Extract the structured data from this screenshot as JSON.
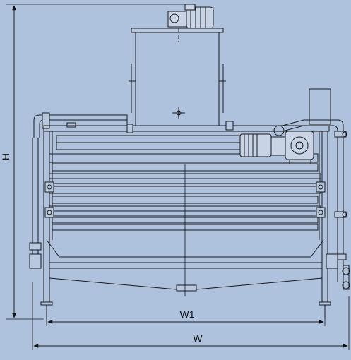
{
  "drawing": {
    "background_color": "#aec2dd",
    "line_color": "#1a1a1a",
    "dimensions": {
      "height_label": "H",
      "inner_width_label": "W1",
      "overall_width_label": "W"
    },
    "components": [
      "hopper",
      "drive-motor-top",
      "drive-motor-side",
      "gearbox",
      "frame",
      "belt-rollers",
      "drip-tray",
      "water-pipes"
    ]
  }
}
